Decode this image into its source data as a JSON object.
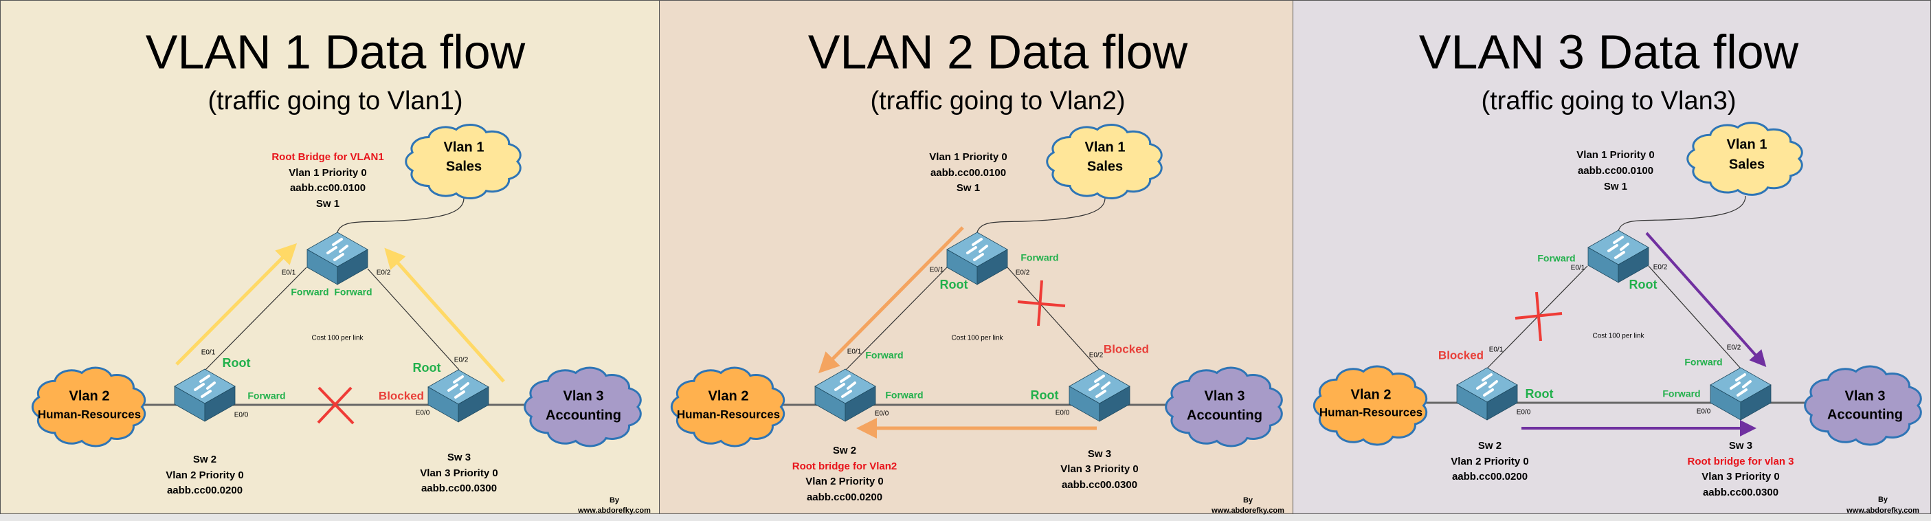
{
  "clouds": {
    "sales": {
      "line1": "Vlan 1",
      "line2": "Sales",
      "fill": "#ffe699",
      "stroke": "#2e75b6"
    },
    "hr": {
      "line1": "Vlan 2",
      "line2": "Human-Resources",
      "fill": "#ffb14e",
      "stroke": "#2e75b6"
    },
    "accounting": {
      "line1": "Vlan 3",
      "line2": "Accounting",
      "fill": "#a79bc8",
      "stroke": "#2e75b6"
    }
  },
  "switches": {
    "sw1": {
      "name": "Sw 1",
      "priority": "Vlan 1 Priority  0",
      "mac": "aabb.cc00.0100"
    },
    "sw2": {
      "name": "Sw 2",
      "priority": "Vlan 2 Priority  0",
      "mac": "aabb.cc00.0200"
    },
    "sw3": {
      "name": "Sw 3",
      "priority": "Vlan 3 Priority  0",
      "mac": "aabb.cc00.0300"
    }
  },
  "ports": {
    "e00": "E0/0",
    "e01": "E0/1",
    "e02": "E0/2"
  },
  "states": {
    "forward": "Forward",
    "root": "Root",
    "blocked": "Blocked"
  },
  "cost": "Cost 100 per link",
  "credit": {
    "by": "By",
    "site": "www.abdorefky.com"
  },
  "panels": [
    {
      "title": "VLAN 1 Data flow",
      "subtitle": "(traffic going to Vlan1)",
      "root_bridge": "Root Bridge for VLAN1",
      "background": "#f2e9d1",
      "arrow_color": "#ffd966"
    },
    {
      "title": "VLAN 2 Data flow",
      "subtitle": "(traffic going to Vlan2)",
      "root_bridge": "Root bridge for Vlan2",
      "background": "#eddcca",
      "arrow_color": "#f4a460"
    },
    {
      "title": "VLAN 3 Data flow",
      "subtitle": "(traffic going to Vlan3)",
      "root_bridge": "Root bridge for vlan 3",
      "background": "#e2dde3",
      "arrow_color": "#7030a0"
    }
  ]
}
